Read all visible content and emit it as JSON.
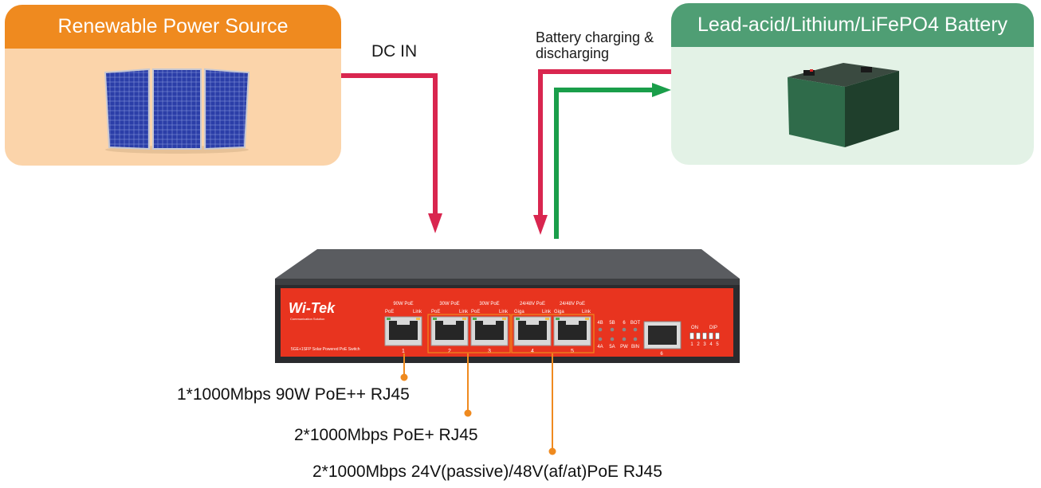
{
  "source": {
    "title": "Renewable Power Source",
    "icon": "solar-panel-icon"
  },
  "battery": {
    "title": "Lead-acid/Lithium/LiFePO4 Battery",
    "icon": "battery-icon"
  },
  "flows": {
    "dc_in": "DC IN",
    "charging": "Battery charging & discharging"
  },
  "device": {
    "brand": "Wi-Tek",
    "brand_sub": "Communication Solution",
    "model_label": "5GE+1SFP Solar Powered PoE Switch",
    "port_headers": [
      "90W PoE",
      "30W PoE",
      "30W PoE",
      "24/48V PoE",
      "24/48V PoE"
    ],
    "port_left_labels": [
      "PoE",
      "PoE",
      "PoE",
      "Giga",
      "Giga"
    ],
    "port_right_labels": [
      "Link",
      "Link",
      "Link",
      "Link",
      "Link"
    ],
    "port_numbers": [
      "1",
      "2",
      "3",
      "4",
      "5"
    ],
    "sfp_number": "6",
    "led_top_labels": [
      "4B",
      "5B",
      "6",
      "BOT"
    ],
    "led_bottom_labels": [
      "4A",
      "5A",
      "PW",
      "BIN"
    ],
    "dip_on": "ON",
    "dip_label": "DIP",
    "dip_numbers": [
      "1",
      "2",
      "3",
      "4",
      "5"
    ]
  },
  "callouts": [
    "1*1000Mbps 90W PoE++ RJ45",
    "2*1000Mbps PoE+ RJ45",
    "2*1000Mbps 24V(passive)/48V(af/at)PoE RJ45"
  ],
  "colors": {
    "source_header": "#ef8a1f",
    "source_body": "#fbd4aa",
    "battery_header": "#4f9e74",
    "battery_body": "#e3f2e6",
    "dc_arrow": "#d9264f",
    "charge_arrow": "#d9264f",
    "discharge_arrow": "#1a9e4a",
    "callout_line": "#ef8a1f",
    "switch_face": "#e8341f"
  }
}
